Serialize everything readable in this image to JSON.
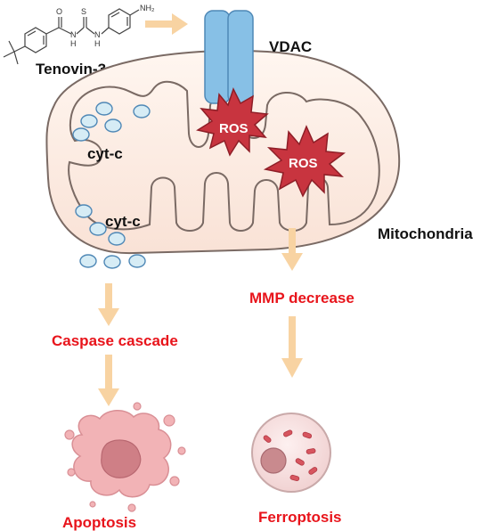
{
  "labels": {
    "compound": "Tenovin-3",
    "channel": "VDAC",
    "organelle": "Mitochondria",
    "ros_1": "ROS",
    "ros_2": "ROS",
    "cytc_1": "cyt-c",
    "cytc_2": "cyt-c",
    "mmp": "MMP decrease",
    "caspase": "Caspase cascade",
    "apoptosis": "Apoptosis",
    "ferroptosis": "Ferroptosis"
  },
  "structure_atoms": {
    "oxygen": "O",
    "sulfur": "S",
    "nh_1": "N",
    "h_1": "H",
    "nh_2": "N",
    "h_2": "H",
    "amine": "NH₂"
  },
  "colors": {
    "arrow": "#f8d3a2",
    "red_text": "#e8141b",
    "mito_fill": "#fdeee4",
    "mito_stroke": "#7a6a64",
    "vdac": "#87c0e6",
    "ros": "#c8343f",
    "cytc": "#d6ecf5",
    "apoptotic_cell": "#f2b3b6",
    "ferroptotic_cell": "#f8e3e3"
  },
  "icons": [
    "right-arrow",
    "down-arrow",
    "star-burst",
    "vesicle",
    "cell-blob",
    "mitochondrion-small"
  ]
}
